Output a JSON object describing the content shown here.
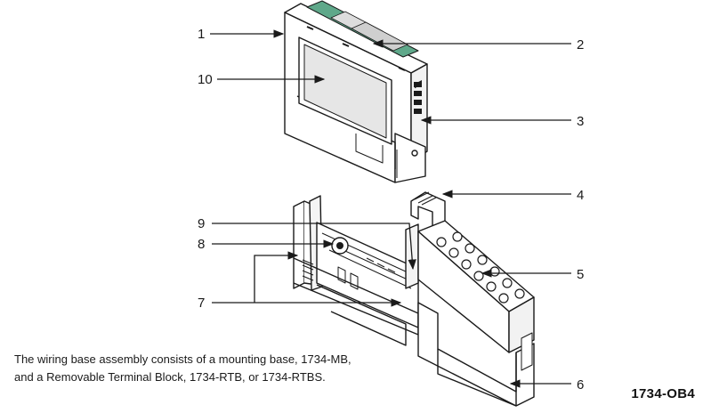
{
  "callouts": [
    "1",
    "2",
    "3",
    "4",
    "5",
    "6",
    "7",
    "8",
    "9",
    "10"
  ],
  "caption": {
    "line1": "The wiring base assembly consists of a mounting base, 1734-MB,",
    "line2": "and a Removable Terminal Block, 1734-RTB, or 1734-RTBS."
  },
  "catalog_number": "1734-OB4",
  "colors": {
    "line": "#1a1a1a",
    "label_stripe": "#5fa88a",
    "module_fill": "#ffffff",
    "window_shade": "#e6e6e6"
  }
}
